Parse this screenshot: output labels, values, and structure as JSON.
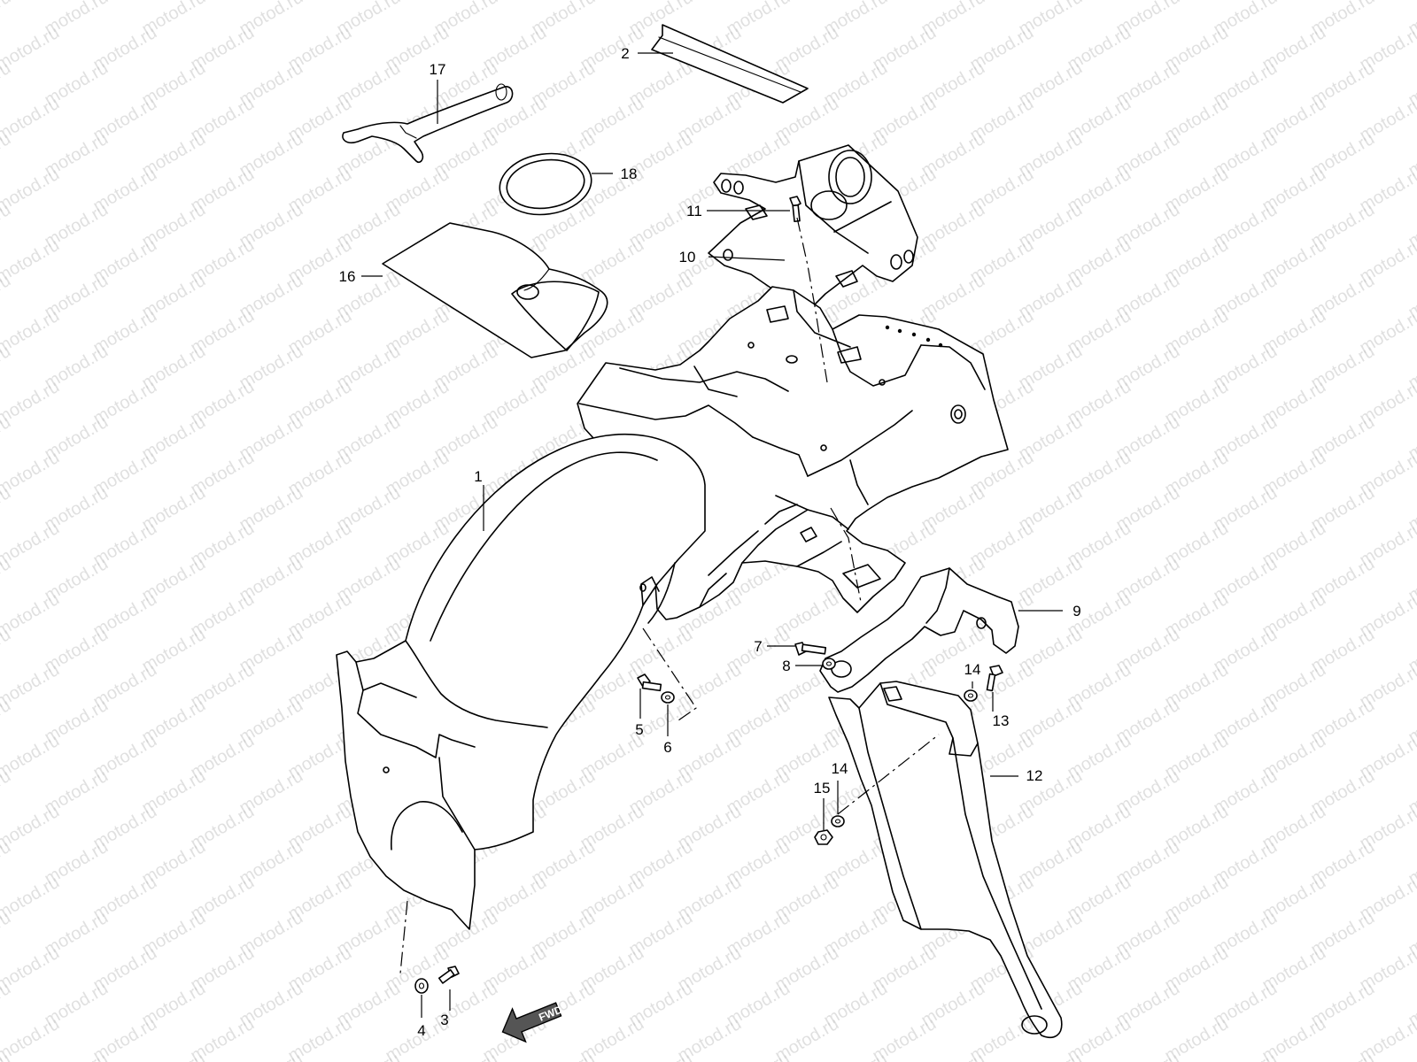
{
  "watermark": {
    "text": "motod.ru",
    "color": "#c8c8c8"
  },
  "direction_marker": {
    "text": "FWD",
    "icon": "fwd-arrow-icon"
  },
  "parts": [
    {
      "id": "p1",
      "label": "1"
    },
    {
      "id": "p2",
      "label": "2"
    },
    {
      "id": "p3",
      "label": "3"
    },
    {
      "id": "p4",
      "label": "4"
    },
    {
      "id": "p5",
      "label": "5"
    },
    {
      "id": "p6",
      "label": "6"
    },
    {
      "id": "p7",
      "label": "7"
    },
    {
      "id": "p8",
      "label": "8"
    },
    {
      "id": "p9",
      "label": "9"
    },
    {
      "id": "p10",
      "label": "10"
    },
    {
      "id": "p11",
      "label": "11"
    },
    {
      "id": "p12",
      "label": "12"
    },
    {
      "id": "p13",
      "label": "13"
    },
    {
      "id": "p14a",
      "label": "14"
    },
    {
      "id": "p14b",
      "label": "14"
    },
    {
      "id": "p15",
      "label": "15"
    },
    {
      "id": "p16",
      "label": "16"
    },
    {
      "id": "p17",
      "label": "17"
    },
    {
      "id": "p18",
      "label": "18"
    }
  ]
}
